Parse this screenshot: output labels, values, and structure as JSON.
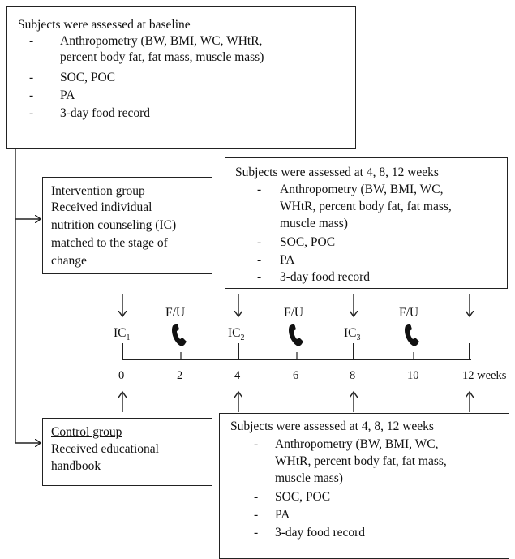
{
  "baseline": {
    "title": "Subjects were assessed at baseline",
    "items": [
      {
        "line1": "Anthropometry (BW, BMI, WC, WHtR,",
        "line2": "percent body fat, fat mass, muscle mass)"
      },
      {
        "line1": "SOC, POC"
      },
      {
        "line1": "PA"
      },
      {
        "line1": "3-day food record"
      }
    ]
  },
  "intervention": {
    "title": "Intervention group",
    "lines": [
      "Received individual",
      "nutrition counseling (IC)",
      "matched to the stage of",
      "change"
    ]
  },
  "control": {
    "title": "Control group",
    "lines": [
      "Received educational",
      "handbook"
    ]
  },
  "followup_top": {
    "title": "Subjects were assessed at 4, 8, 12 weeks",
    "items": [
      {
        "lines": [
          "Anthropometry (BW, BMI, WC,",
          "WHtR, percent body fat, fat mass,",
          "muscle mass)"
        ]
      },
      {
        "lines": [
          "SOC, POC"
        ]
      },
      {
        "lines": [
          "PA"
        ]
      },
      {
        "lines": [
          "3-day food record"
        ]
      }
    ]
  },
  "followup_bottom": {
    "title": "Subjects were assessed at 4, 8, 12 weeks",
    "items": [
      {
        "lines": [
          "Anthropometry (BW, BMI, WC,",
          "WHtR, percent body fat, fat mass,",
          "muscle mass)"
        ]
      },
      {
        "lines": [
          "SOC, POC"
        ]
      },
      {
        "lines": [
          "PA"
        ]
      },
      {
        "lines": [
          "3-day food record"
        ]
      }
    ]
  },
  "timeline": {
    "ic_label": "IC",
    "ic_subs": [
      "1",
      "2",
      "3"
    ],
    "fu_label": "F/U",
    "ticks": [
      "0",
      "2",
      "4",
      "6",
      "8",
      "10",
      "12 weeks"
    ],
    "dash": "-",
    "phone_icon": "telephone-icon"
  }
}
